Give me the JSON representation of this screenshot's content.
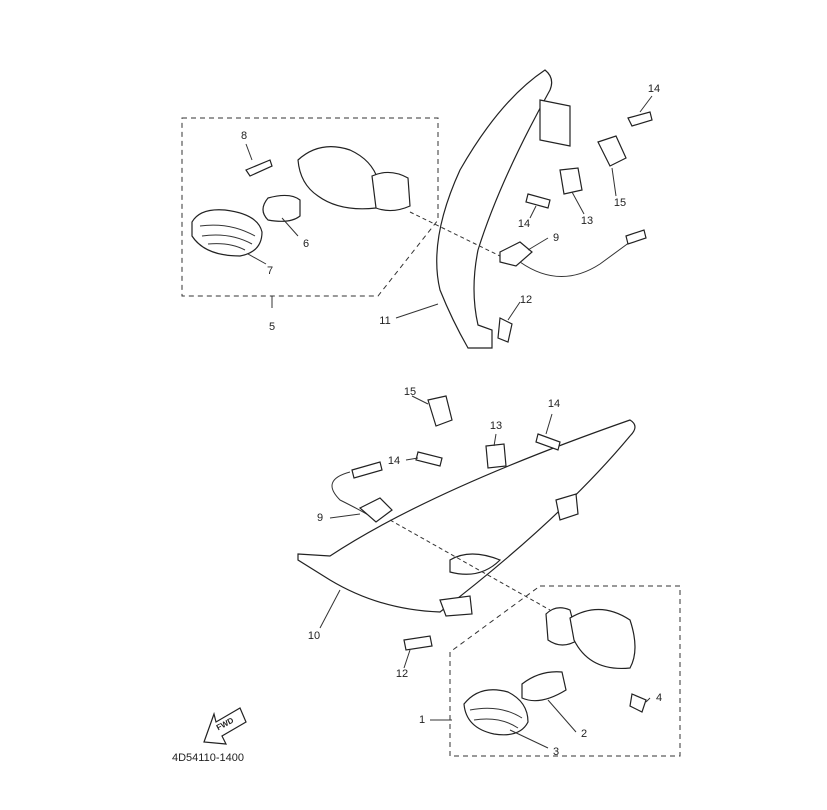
{
  "diagram": {
    "callouts": [
      {
        "id": "c14a",
        "text": "14"
      },
      {
        "id": "c8",
        "text": "8"
      },
      {
        "id": "c14b",
        "text": "14"
      },
      {
        "id": "c13a",
        "text": "13"
      },
      {
        "id": "c15a",
        "text": "15"
      },
      {
        "id": "c6",
        "text": "6"
      },
      {
        "id": "c9a",
        "text": "9"
      },
      {
        "id": "c7",
        "text": "7"
      },
      {
        "id": "c12a",
        "text": "12"
      },
      {
        "id": "c5",
        "text": "5"
      },
      {
        "id": "c11",
        "text": "11"
      },
      {
        "id": "c15b",
        "text": "15"
      },
      {
        "id": "c14c",
        "text": "14"
      },
      {
        "id": "c13b",
        "text": "13"
      },
      {
        "id": "c14d",
        "text": "14"
      },
      {
        "id": "c9b",
        "text": "9"
      },
      {
        "id": "c10",
        "text": "10"
      },
      {
        "id": "c12b",
        "text": "12"
      },
      {
        "id": "c4",
        "text": "4"
      },
      {
        "id": "c1",
        "text": "1"
      },
      {
        "id": "c2",
        "text": "2"
      },
      {
        "id": "c3",
        "text": "3"
      }
    ],
    "fwd_label": "FWD",
    "diagram_code": "4D54110-1400"
  }
}
